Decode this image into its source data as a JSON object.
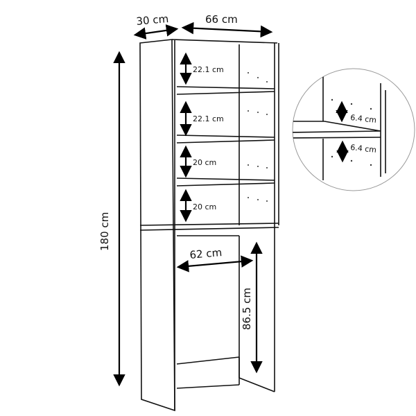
{
  "dimensions": {
    "depth": "30 cm",
    "width": "66 cm",
    "height": "180 cm",
    "shelf_1": "22.1 cm",
    "shelf_2": "22.1 cm",
    "shelf_3": "20 cm",
    "shelf_4": "20 cm",
    "inner_width": "62 cm",
    "lower_height": "86.5 cm"
  },
  "detail": {
    "adjust_up": "6.4 cm",
    "adjust_down": "6.4 cm"
  }
}
